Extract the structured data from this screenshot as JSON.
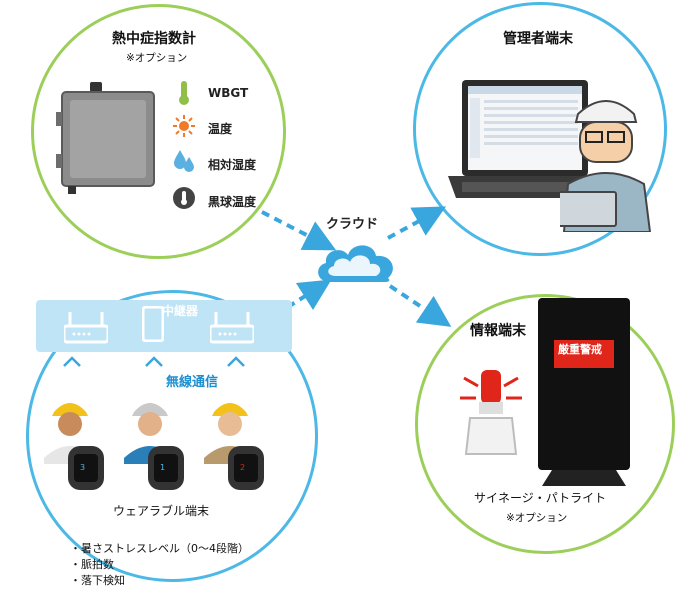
{
  "sensor": {
    "title": "熱中症指数計",
    "option_note": "※オプション",
    "metrics": [
      {
        "label": "WBGT",
        "icon": "thermometer-icon"
      },
      {
        "label": "温度",
        "icon": "sun-icon"
      },
      {
        "label": "相対湿度",
        "icon": "water-drops-icon"
      },
      {
        "label": "黒球温度",
        "icon": "globe-thermometer-icon"
      }
    ]
  },
  "cloud": {
    "label": "クラウド"
  },
  "admin": {
    "title": "管理者端末"
  },
  "relay": {
    "label": "中継器"
  },
  "wireless": {
    "label": "無線通信"
  },
  "wearable": {
    "title": "ウェアラブル端末"
  },
  "info": {
    "title": "情報端末",
    "signage_text": "厳重警戒",
    "caption": "サイネージ・パトライト",
    "option_note": "※オプション"
  },
  "features": [
    "・暑さストレスレベル（0～4段階）",
    "・脈拍数",
    "・落下検知"
  ],
  "colors": {
    "green": "#9ccf5a",
    "blue": "#4bb8e6",
    "arrow": "#3aa6de",
    "alert": "#e0261b"
  }
}
